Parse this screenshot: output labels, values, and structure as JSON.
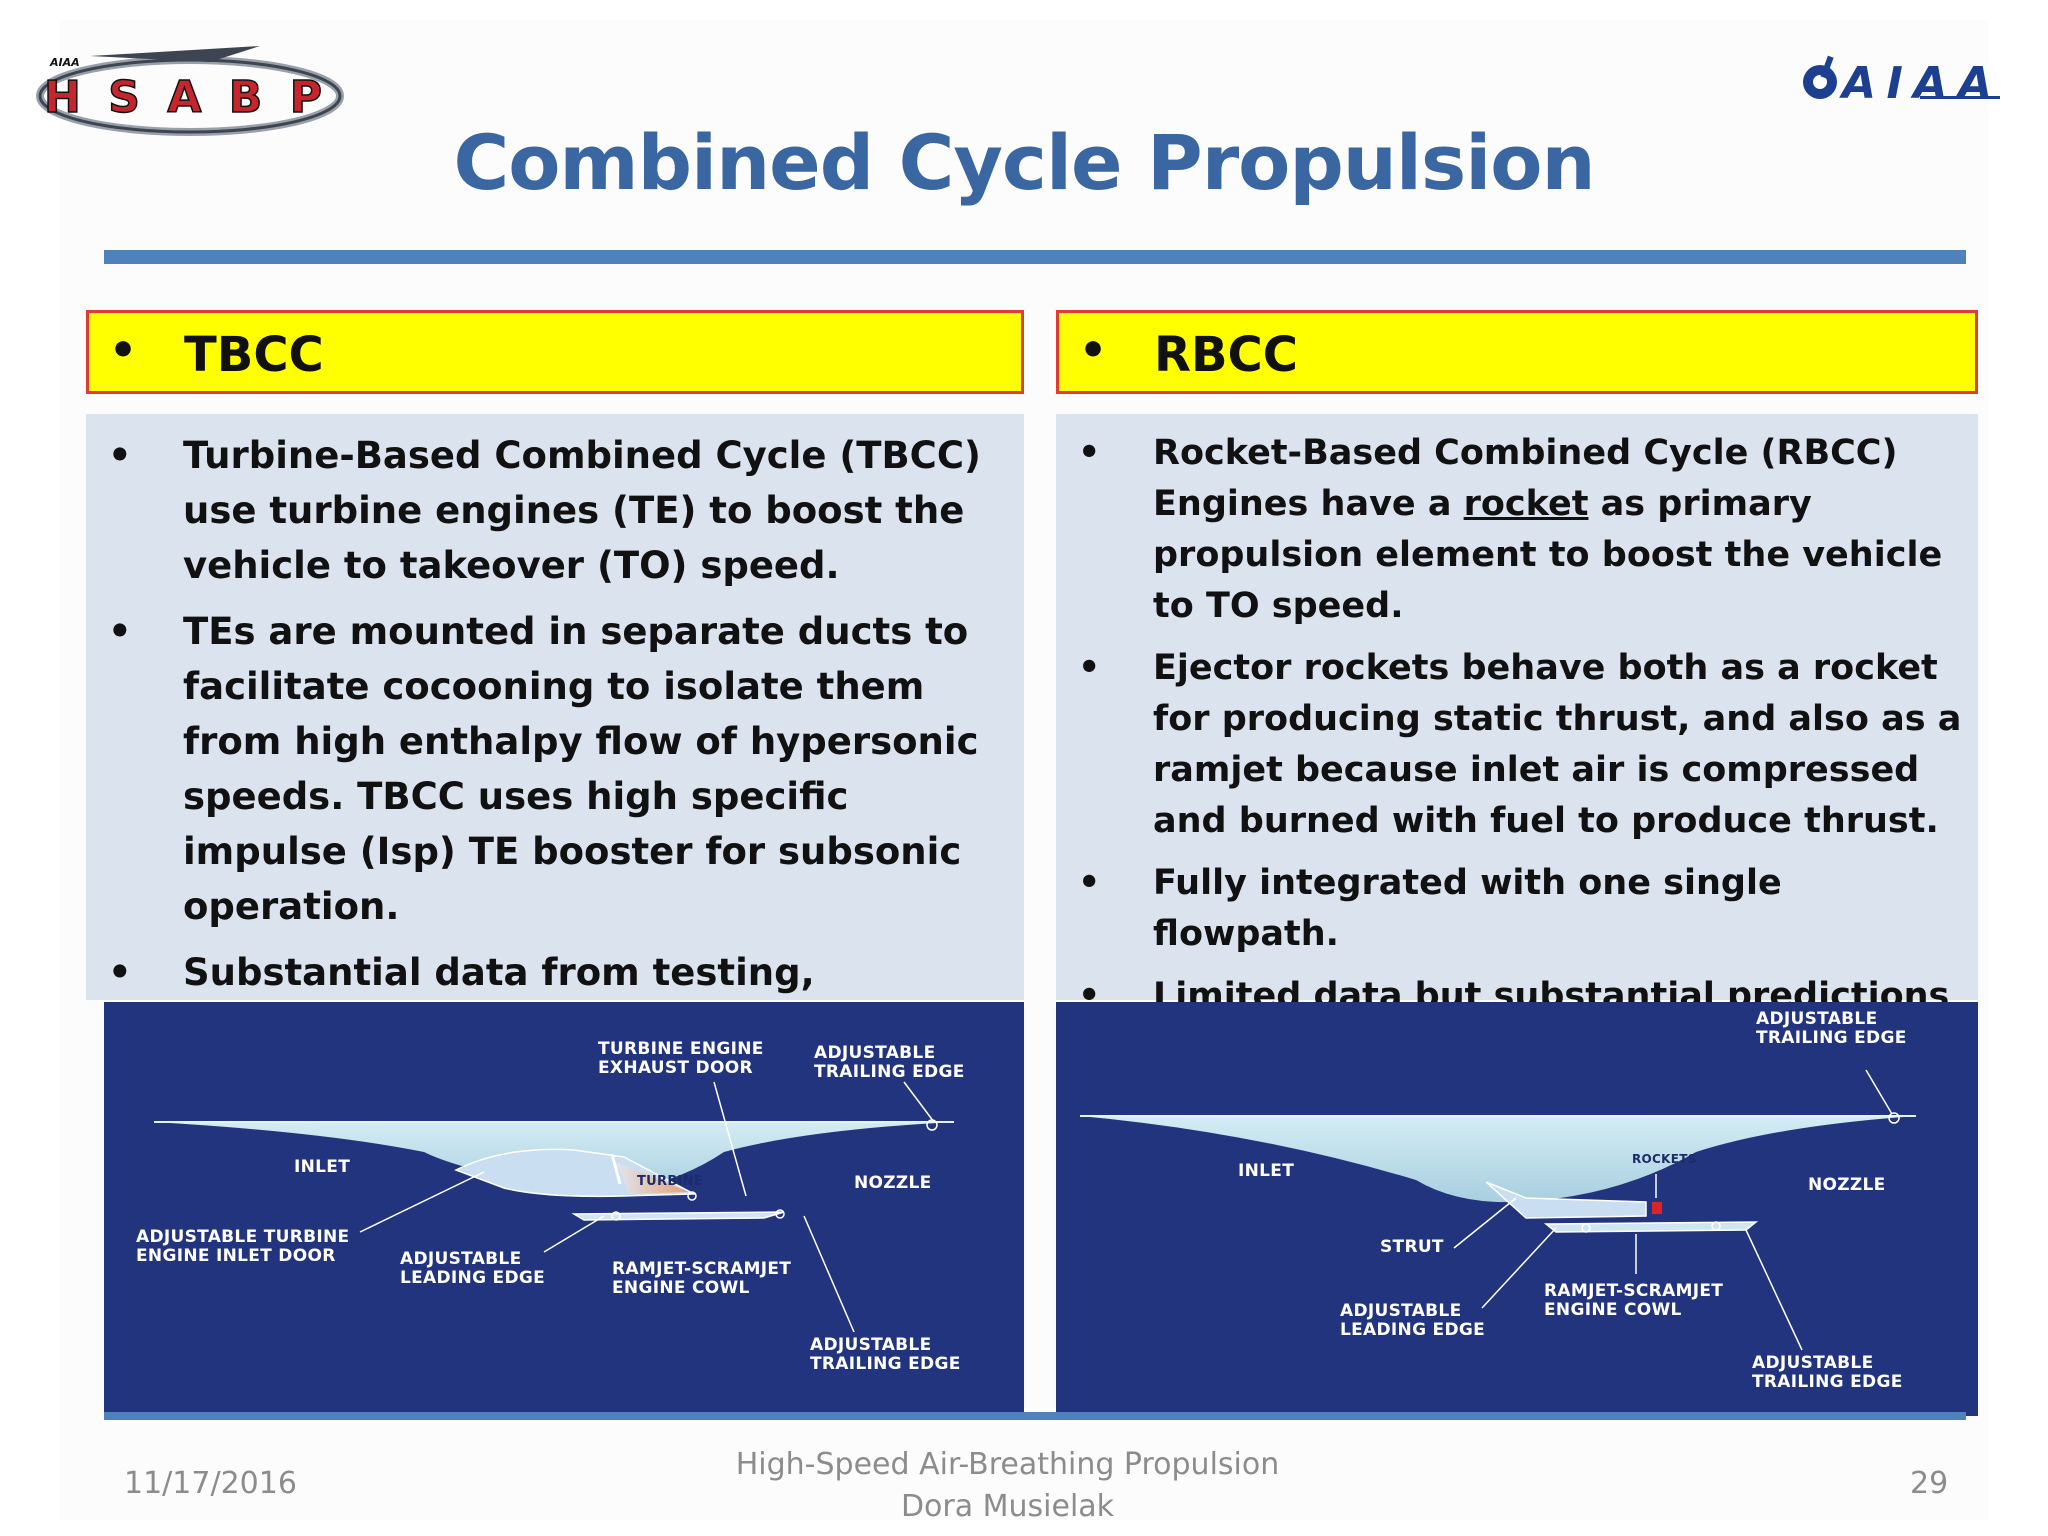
{
  "title": "Combined Cycle Propulsion",
  "logos": {
    "left": {
      "small_text": "AIAA",
      "text": "HSABP"
    },
    "right": {
      "text": "AIAA"
    }
  },
  "colors": {
    "title": "#3a67a1",
    "rule": "#4f81bd",
    "heading_fill": "#ffff00",
    "heading_border": "#e03c31",
    "body_fill": "#dbe3ef",
    "diagram_bg": "#23347f"
  },
  "left": {
    "heading": "TBCC",
    "bullets": [
      "Turbine-Based Combined Cycle (TBCC) use turbine engines (TE) to boost the vehicle to takeover (TO) speed.",
      "TEs are mounted in separate ducts to facilitate cocooning to isolate them from high enthalpy flow of hypersonic speeds. TBCC uses high specific impulse (Isp) TE booster for subsonic operation.",
      "Substantial data from testing, analysis, and conceptual studies."
    ],
    "diagram_labels": {
      "turbine_exhaust": "TURBINE ENGINE\nEXHAUST DOOR",
      "trailing_top": "ADJUSTABLE\nTRAILING EDGE",
      "inlet": "INLET",
      "turbine": "TURBINE",
      "nozzle": "NOZZLE",
      "inlet_door": "ADJUSTABLE TURBINE\nENGINE INLET DOOR",
      "leading_edge": "ADJUSTABLE\nLEADING EDGE",
      "cowl": "RAMJET-SCRAMJET\nENGINE COWL",
      "trailing_bottom": "ADJUSTABLE\nTRAILING EDGE"
    }
  },
  "right": {
    "heading": "RBCC",
    "bullets": [
      {
        "before": "Rocket-Based Combined Cycle (RBCC) Engines have a ",
        "underlined": "rocket",
        "after": " as primary propulsion element to boost the vehicle to TO speed."
      },
      {
        "before": "Ejector rockets behave both as a rocket for producing static thrust, and also as a ramjet because inlet air is compressed and burned with fuel to produce thrust.",
        "underlined": "",
        "after": ""
      },
      {
        "before": "Fully integrated with one single flowpath.",
        "underlined": "",
        "after": ""
      },
      {
        "before": "Limited data but substantial predictions based on conceptual studies.",
        "underlined": "",
        "after": ""
      }
    ],
    "diagram_labels": {
      "trailing_top": "ADJUSTABLE\nTRAILING EDGE",
      "inlet": "INLET",
      "rockets": "ROCKETS",
      "nozzle": "NOZZLE",
      "strut": "STRUT",
      "leading_edge": "ADJUSTABLE\nLEADING EDGE",
      "cowl": "RAMJET-SCRAMJET\nENGINE COWL",
      "trailing_bottom": "ADJUSTABLE\nTRAILING EDGE"
    }
  },
  "footer": {
    "date": "11/17/2016",
    "line1": "High-Speed Air-Breathing Propulsion",
    "line2": "Dora Musielak",
    "page": "29"
  }
}
